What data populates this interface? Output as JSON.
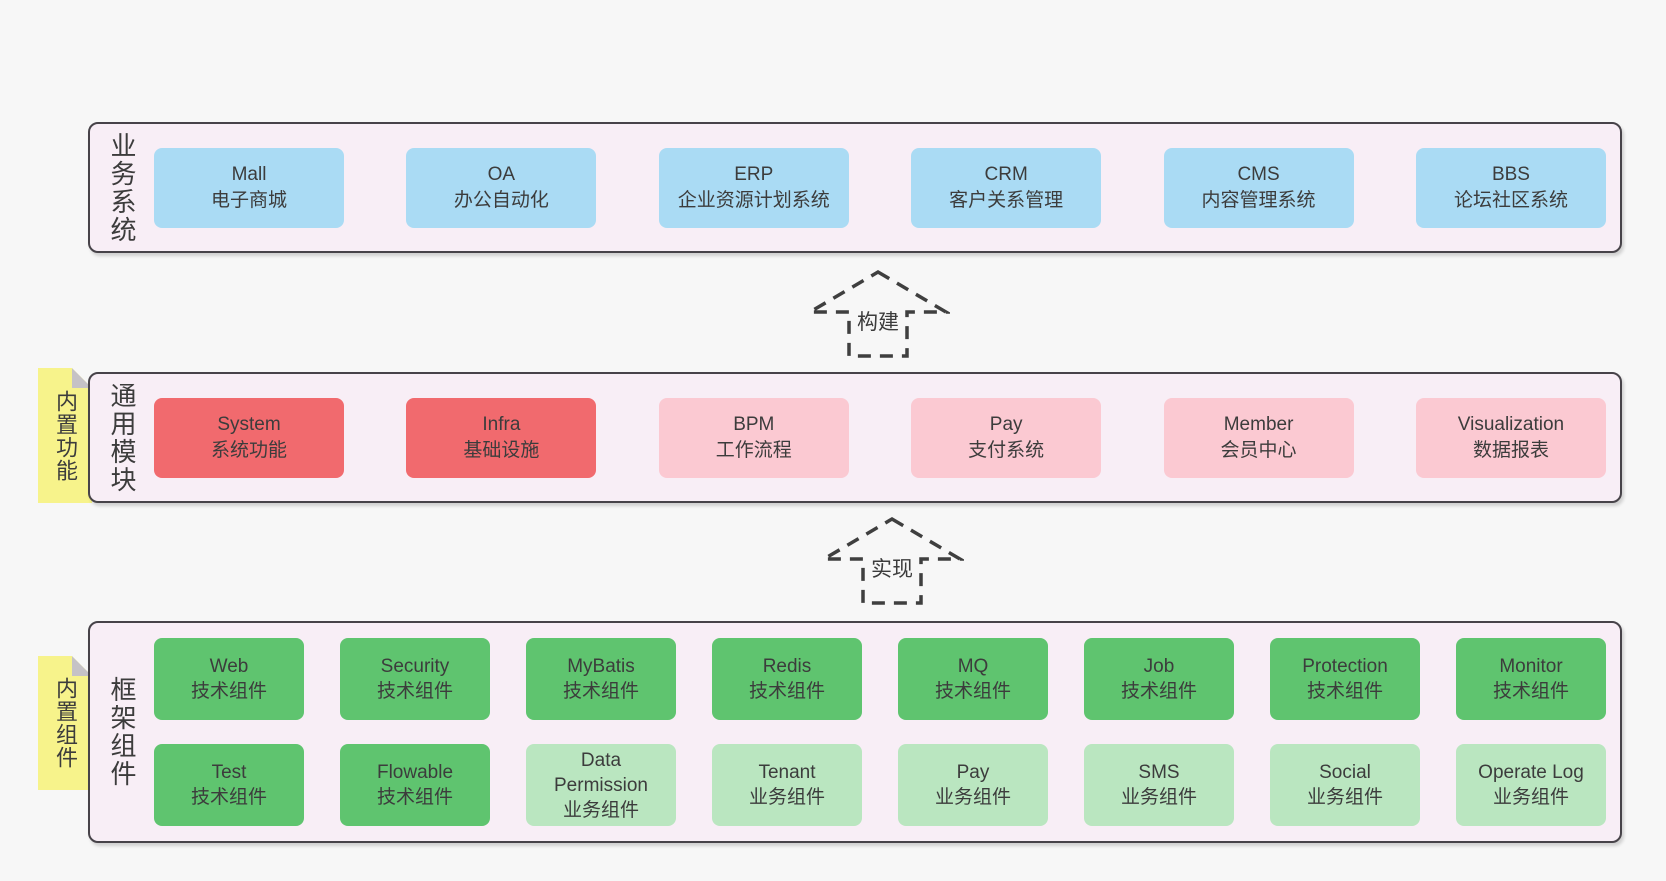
{
  "colors": {
    "page_background": "#f7f7f7",
    "band_background": "#f8eef6",
    "band_border": "#474349",
    "business_system_box": "#aadbf4",
    "core_module_box": "#f16a6e",
    "extension_module_box": "#fbc9d2",
    "tech_component_box": "#5fc46f",
    "biz_component_box": "#bae6c0",
    "sticky_note": "#f7f38b",
    "sticky_fold": "#c5c2c6",
    "text": "#3c3c3c"
  },
  "sections": [
    {
      "label": "业务系统",
      "boxes": [
        {
          "name": "Mall",
          "subtitle": "电子商城"
        },
        {
          "name": "OA",
          "subtitle": "办公自动化"
        },
        {
          "name": "ERP",
          "subtitle": "企业资源计划系统"
        },
        {
          "name": "CRM",
          "subtitle": "客户关系管理"
        },
        {
          "name": "CMS",
          "subtitle": "内容管理系统"
        },
        {
          "name": "BBS",
          "subtitle": "论坛社区系统"
        }
      ]
    },
    {
      "label": "通用模块",
      "sticky": "内置功能",
      "boxes": [
        {
          "name": "System",
          "subtitle": "系统功能"
        },
        {
          "name": "Infra",
          "subtitle": "基础设施"
        },
        {
          "name": "BPM",
          "subtitle": "工作流程"
        },
        {
          "name": "Pay",
          "subtitle": "支付系统"
        },
        {
          "name": "Member",
          "subtitle": "会员中心"
        },
        {
          "name": "Visualization",
          "subtitle": "数据报表"
        }
      ]
    },
    {
      "label": "框架组件",
      "sticky": "内置组件",
      "rows": [
        [
          {
            "name": "Web",
            "subtitle": "技术组件"
          },
          {
            "name": "Security",
            "subtitle": "技术组件"
          },
          {
            "name": "MyBatis",
            "subtitle": "技术组件"
          },
          {
            "name": "Redis",
            "subtitle": "技术组件"
          },
          {
            "name": "MQ",
            "subtitle": "技术组件"
          },
          {
            "name": "Job",
            "subtitle": "技术组件"
          },
          {
            "name": "Protection",
            "subtitle": "技术组件"
          },
          {
            "name": "Monitor",
            "subtitle": "技术组件"
          }
        ],
        [
          {
            "name": "Test",
            "subtitle": "技术组件"
          },
          {
            "name": "Flowable",
            "subtitle": "技术组件"
          },
          {
            "name": "Data Permission",
            "subtitle": "业务组件"
          },
          {
            "name": "Tenant",
            "subtitle": "业务组件"
          },
          {
            "name": "Pay",
            "subtitle": "业务组件"
          },
          {
            "name": "SMS",
            "subtitle": "业务组件"
          },
          {
            "name": "Social",
            "subtitle": "业务组件"
          },
          {
            "name": "Operate Log",
            "subtitle": "业务组件"
          }
        ]
      ]
    }
  ],
  "arrows": [
    {
      "label": "构建"
    },
    {
      "label": "实现"
    }
  ]
}
